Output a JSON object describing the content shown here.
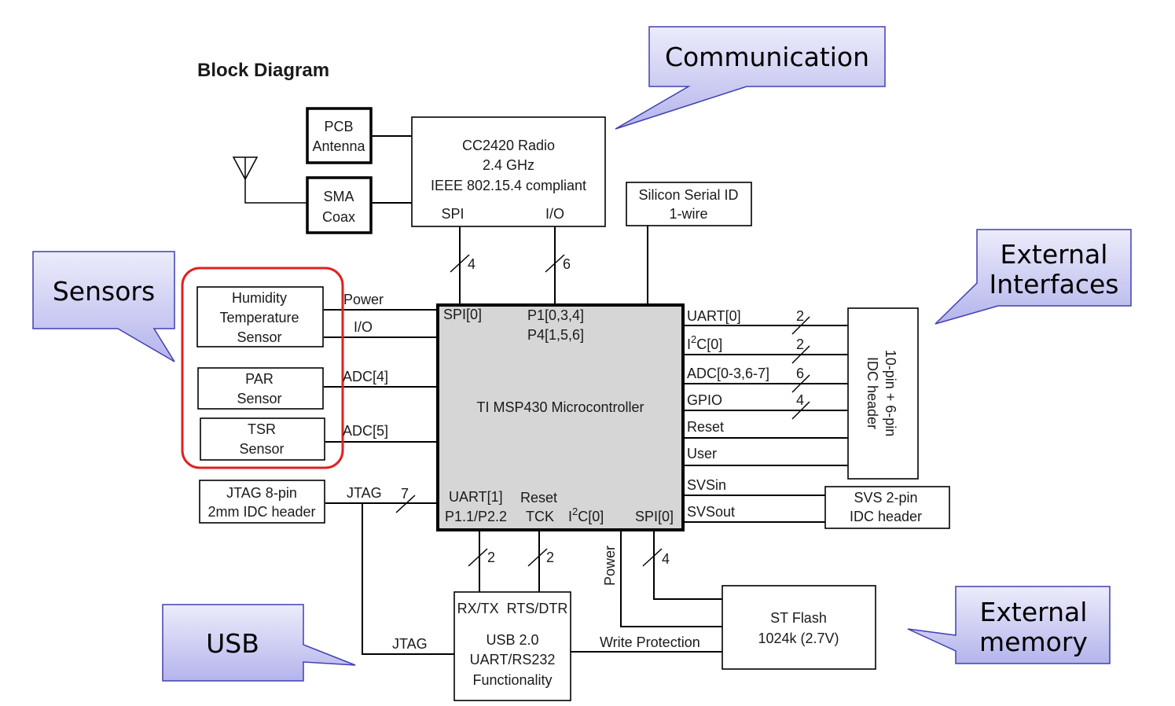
{
  "diagram": {
    "title": "Block Diagram",
    "callouts": {
      "communication": "Communication",
      "sensors": "Sensors",
      "external_interfaces": [
        "External",
        "Interfaces"
      ],
      "usb": "USB",
      "external_memory": [
        "External",
        "memory"
      ]
    },
    "blocks": {
      "pcb_antenna": [
        "PCB",
        "Antenna"
      ],
      "sma_coax": [
        "SMA",
        "Coax"
      ],
      "radio": [
        "CC2420 Radio",
        "2.4 GHz",
        "IEEE 802.15.4 compliant"
      ],
      "radio_spi": "SPI",
      "radio_io": "I/O",
      "serial_id": [
        "Silicon Serial ID",
        "1-wire"
      ],
      "humidity": [
        "Humidity",
        "Temperature",
        "Sensor"
      ],
      "par": [
        "PAR",
        "Sensor"
      ],
      "tsr": [
        "TSR",
        "Sensor"
      ],
      "jtag_header": [
        "JTAG 8-pin",
        "2mm IDC header"
      ],
      "mcu": "TI MSP430 Microcontroller",
      "idc_header": [
        "10-pin + 6-pin",
        "IDC header"
      ],
      "svs_header": [
        "SVS 2-pin",
        "IDC header"
      ],
      "usb_block": [
        "RX/TX  RTS/DTR",
        "USB 2.0",
        "UART/RS232",
        "Functionality"
      ],
      "flash": [
        "ST Flash",
        "1024k (2.7V)"
      ]
    },
    "mcu_pins": {
      "spi0_top": "SPI[0]",
      "p1": "P1[0,3,4]",
      "p4": "P4[1,5,6]",
      "uart1": "UART[1]",
      "p1p2": "P1.1/P2.2",
      "reset": "Reset",
      "tck": "TCK",
      "i2c0_bottom": "C[0]",
      "spi0_bottom": "SPI[0]",
      "right": [
        "UART[0]",
        "C[0]",
        "ADC[0-3,6-7]",
        "GPIO",
        "Reset",
        "User",
        "SVSin",
        "SVSout"
      ],
      "i_prefix": "I",
      "superscript_2": "2"
    },
    "signals": {
      "power": "Power",
      "io": "I/O",
      "adc4": "ADC[4]",
      "adc5": "ADC[5]",
      "jtag": "JTAG",
      "jtag_usb": "JTAG",
      "write_protection": "Write Protection",
      "power_vertical": "Power"
    },
    "bus_widths": {
      "spi_radio": "4",
      "io_radio": "6",
      "uart0": "2",
      "i2c0": "2",
      "adc": "6",
      "gpio": "4",
      "jtag": "7",
      "uart1_usb": "2",
      "reset_usb": "2",
      "spi_flash": "4"
    },
    "colors": {
      "callout_fill_top": "#e8e8fa",
      "callout_fill_bottom": "#b8b8ee",
      "callout_border": "#4040b0",
      "sensor_frame": "#e02020",
      "mcu_fill": "#d6d6d6"
    }
  }
}
